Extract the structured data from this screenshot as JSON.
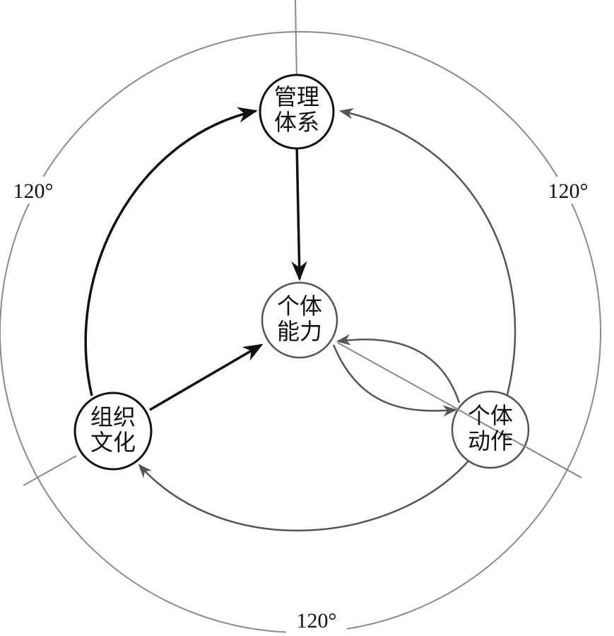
{
  "nodes": {
    "management": {
      "line1": "管理",
      "line2": "体系"
    },
    "ability": {
      "line1": "个体",
      "line2": "能力"
    },
    "action": {
      "line1": "个体",
      "line2": "动作"
    },
    "culture": {
      "line1": "组织",
      "line2": "文化"
    }
  },
  "angles": {
    "left": "120°",
    "right": "120°",
    "bottom": "120°"
  },
  "colors": {
    "strong": "#111111",
    "medium": "#555555",
    "light": "#8a8a8a"
  }
}
